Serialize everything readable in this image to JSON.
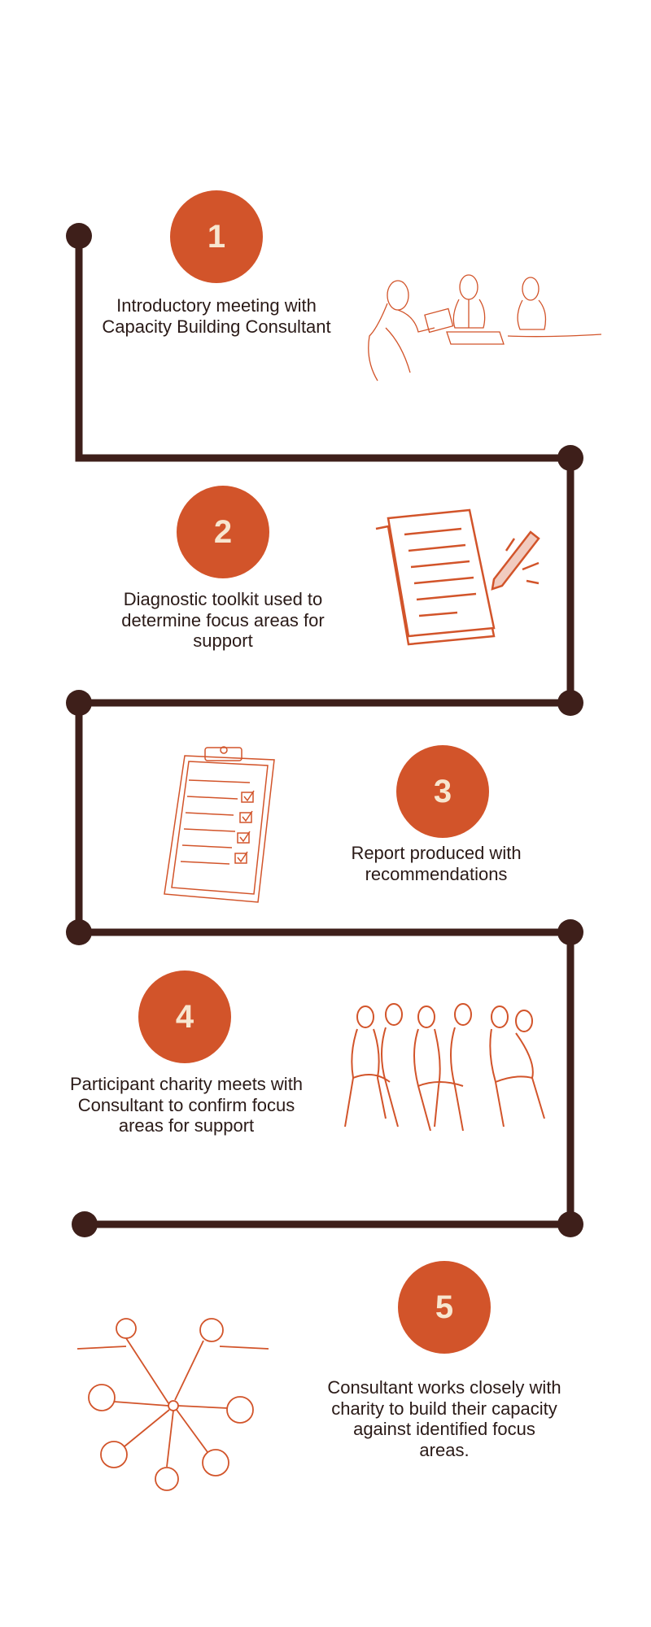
{
  "colors": {
    "accent": "#D2542A",
    "line": "#3E1F1A",
    "number": "#F7E6CF",
    "text": "#2a1a17"
  },
  "steps": [
    {
      "number": "1",
      "text": "Introductory meeting with Capacity Building Consultant",
      "icon": "meeting-illustration"
    },
    {
      "number": "2",
      "text": "Diagnostic toolkit used to determine focus areas for support",
      "icon": "documents-pen-illustration"
    },
    {
      "number": "3",
      "text": "Report produced with recommendations",
      "icon": "clipboard-checklist-illustration"
    },
    {
      "number": "4",
      "text": "Participant charity meets with Consultant to confirm focus areas for support",
      "icon": "group-discussion-illustration"
    },
    {
      "number": "5",
      "text": "Consultant works closely with charity to build their capacity against identified focus areas.",
      "icon": "team-hands-together-illustration"
    }
  ]
}
